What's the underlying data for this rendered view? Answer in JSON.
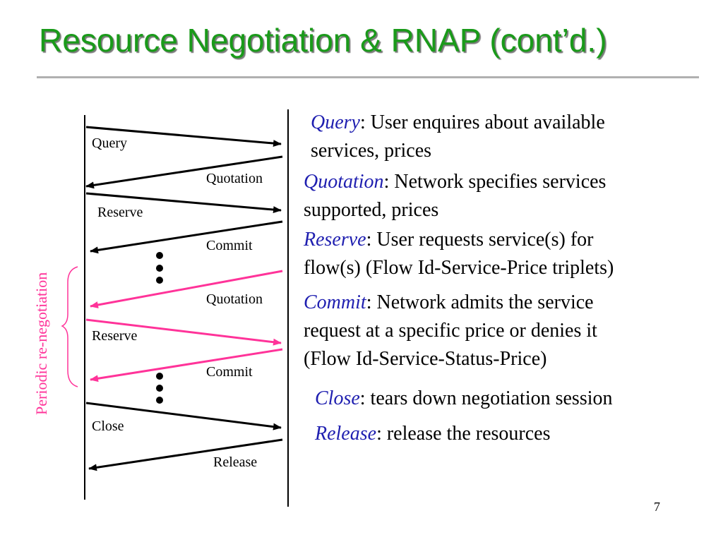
{
  "title": "Resource Negotiation & RNAP (cont’d.)",
  "colors": {
    "title": "#1a9a1a",
    "term": "#1f1fb0",
    "renegotiation": "#ff3399",
    "arrow": "#000000"
  },
  "diagram": {
    "side_label": "Periodic re-negotiation",
    "messages": [
      {
        "label": "Query",
        "direction": "right",
        "renegotiation": false
      },
      {
        "label": "Quotation",
        "direction": "left",
        "renegotiation": false
      },
      {
        "label": "Reserve",
        "direction": "right",
        "renegotiation": false
      },
      {
        "label": "Commit",
        "direction": "left",
        "renegotiation": false
      },
      {
        "label": "Quotation",
        "direction": "left",
        "renegotiation": true
      },
      {
        "label": "Reserve",
        "direction": "right",
        "renegotiation": true
      },
      {
        "label": "Commit",
        "direction": "left",
        "renegotiation": true
      },
      {
        "label": "Close",
        "direction": "right",
        "renegotiation": false
      },
      {
        "label": "Release",
        "direction": "left",
        "renegotiation": false
      }
    ]
  },
  "descriptions": [
    {
      "term": "Query",
      "lines": [
        ": User enquires about available",
        "services, prices"
      ]
    },
    {
      "term": "Quotation",
      "lines": [
        ": Network specifies services",
        "supported, prices"
      ]
    },
    {
      "term": "Reserve",
      "lines": [
        ": User requests service(s) for",
        "flow(s) (Flow Id-Service-Price triplets)"
      ]
    },
    {
      "term": "Commit",
      "lines": [
        ": Network admits the service",
        "request at a specific price or denies it",
        "(Flow Id-Service-Status-Price)"
      ]
    },
    {
      "term": "Close",
      "lines": [
        ": tears down negotiation session"
      ]
    },
    {
      "term": "Release",
      "lines": [
        ": release the resources"
      ]
    }
  ],
  "page_number": "7"
}
